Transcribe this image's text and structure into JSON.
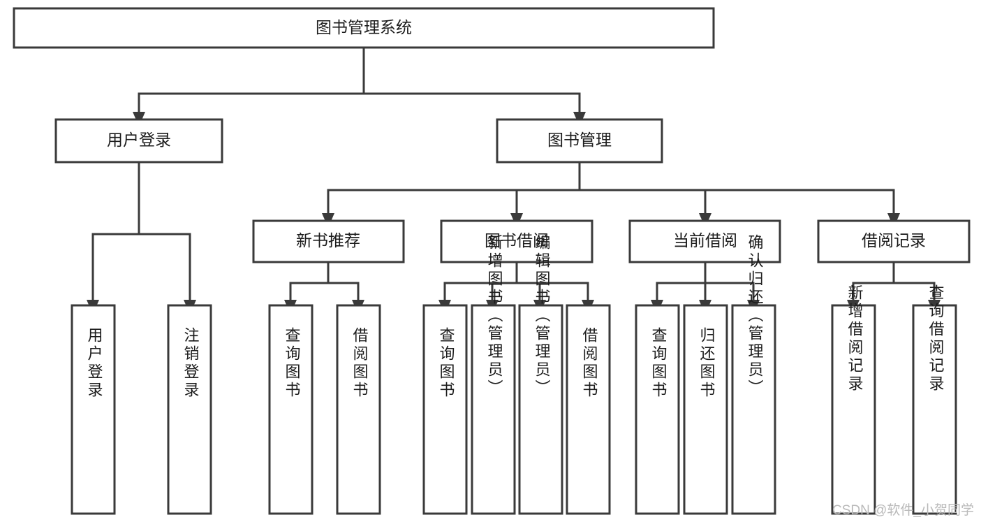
{
  "diagram": {
    "type": "tree",
    "orientation": "top-down",
    "title": "图书管理系统",
    "root": {
      "label": "图书管理系统",
      "level": 0
    },
    "level2": [
      {
        "id": "user-login",
        "label": "用户登录"
      },
      {
        "id": "book-manage",
        "label": "图书管理"
      }
    ],
    "level3": [
      {
        "id": "new-book-rec",
        "label": "新书推荐",
        "parent": "book-manage"
      },
      {
        "id": "book-borrow",
        "label": "图书借阅",
        "parent": "book-manage"
      },
      {
        "id": "current-borrow",
        "label": "当前借阅",
        "parent": "book-manage"
      },
      {
        "id": "borrow-record",
        "label": "借阅记录",
        "parent": "book-manage"
      }
    ],
    "leaves": {
      "user-login": [
        {
          "id": "leaf-user-login",
          "label": "用户登录"
        },
        {
          "id": "leaf-user-logout",
          "label": "注销登录"
        }
      ],
      "new-book-rec": [
        {
          "id": "leaf-query-book-1",
          "label": "查询图书"
        },
        {
          "id": "leaf-borrow-book-1",
          "label": "借阅图书"
        }
      ],
      "book-borrow": [
        {
          "id": "leaf-query-book-2",
          "label": "查询图书"
        },
        {
          "id": "leaf-add-book",
          "label": "新增图书（管理员）"
        },
        {
          "id": "leaf-edit-book",
          "label": "编辑图书（管理员）"
        },
        {
          "id": "leaf-borrow-book-2",
          "label": "借阅图书"
        }
      ],
      "current-borrow": [
        {
          "id": "leaf-query-book-3",
          "label": "查询图书"
        },
        {
          "id": "leaf-return-book",
          "label": "归还图书"
        },
        {
          "id": "leaf-confirm-return",
          "label": "确认归还（管理员）"
        }
      ],
      "borrow-record": [
        {
          "id": "leaf-add-record",
          "label": "新增借阅记录"
        },
        {
          "id": "leaf-query-record",
          "label": "查询借阅记录"
        }
      ]
    }
  },
  "watermark": {
    "text": "CSDN @软件_小贺同学"
  },
  "colors": {
    "stroke": "#3a3a3a",
    "fill": "#ffffff",
    "text": "#1c1c1c",
    "watermark": "#b9b9b9"
  }
}
